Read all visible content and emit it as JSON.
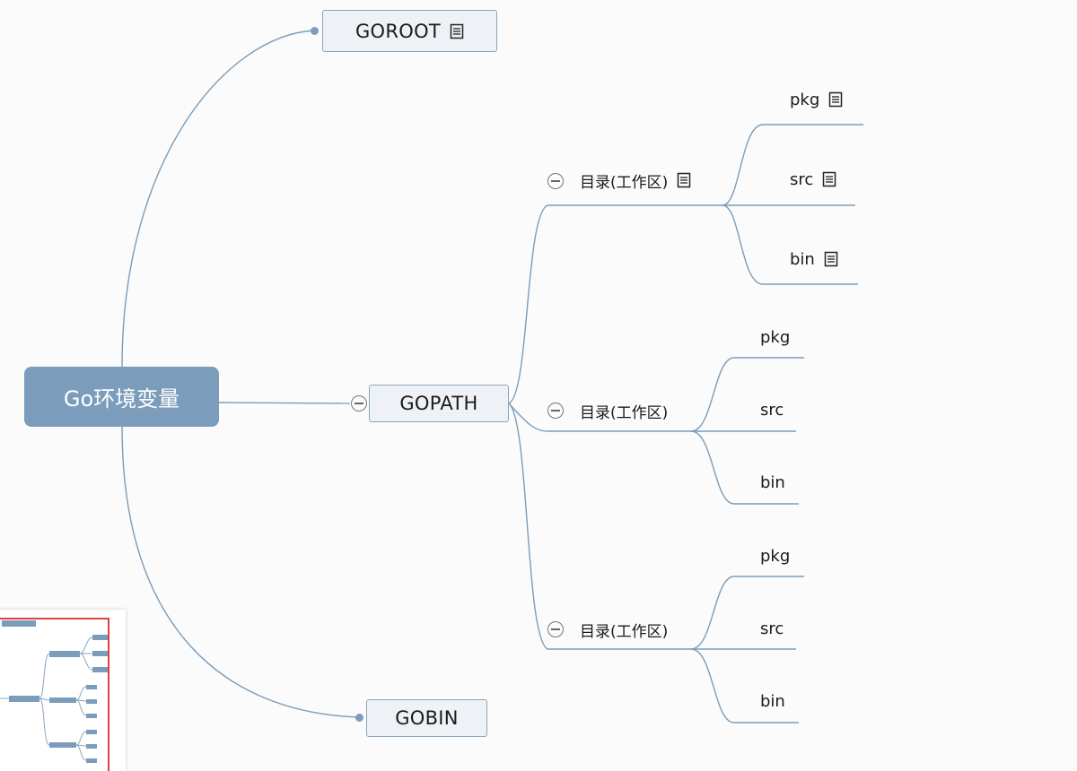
{
  "root": {
    "label": "Go环境变量"
  },
  "goroot": {
    "label": "GOROOT"
  },
  "gopath": {
    "label": "GOPATH"
  },
  "gobin": {
    "label": "GOBIN"
  },
  "workspaces": [
    {
      "label": "目录(工作区)",
      "has_note": true,
      "children": [
        "pkg",
        "src",
        "bin"
      ],
      "child_notes": true
    },
    {
      "label": "目录(工作区)",
      "has_note": false,
      "children": [
        "pkg",
        "src",
        "bin"
      ],
      "child_notes": false
    },
    {
      "label": "目录(工作区)",
      "has_note": false,
      "children": [
        "pkg",
        "src",
        "bin"
      ],
      "child_notes": false
    }
  ],
  "colors": {
    "line": "#7b9cba",
    "root_fill": "#7b9cba",
    "box_fill": "#eef2f6",
    "minimap_frame": "#e04040"
  },
  "icons": {
    "note": "note-icon",
    "collapse": "collapse-icon",
    "connector": "connector-dot"
  }
}
